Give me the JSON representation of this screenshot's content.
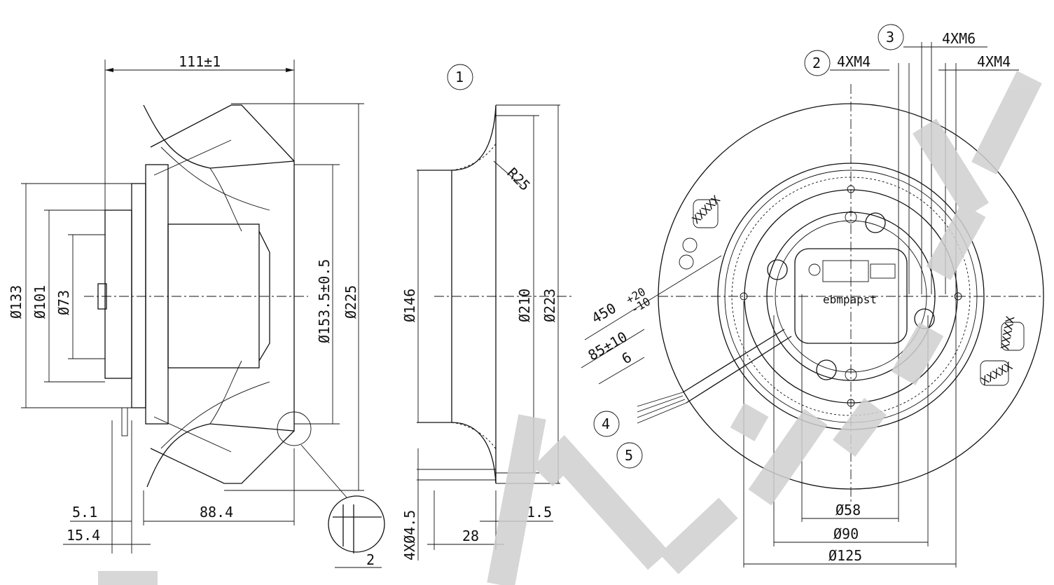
{
  "watermark": {
    "color": "#cfcfcf"
  },
  "side_view": {
    "overall_width": "111±1",
    "dia_133": "Ø133",
    "dia_101": "Ø101",
    "dia_73": "Ø73",
    "dia_153": "Ø153.5±0.5",
    "dia_225": "Ø225",
    "dim_5_1": "5.1",
    "dim_15_4": "15.4",
    "dim_88_4": "88.4",
    "detail_dim": "2"
  },
  "inlet_ring": {
    "callout": "1",
    "radius": "R25",
    "dia_146": "Ø146",
    "dia_210": "Ø210",
    "dia_223": "Ø223",
    "holes": "4XØ4.5",
    "dim_28": "28",
    "dim_1_5": "1.5"
  },
  "front_view": {
    "callout_2": "2",
    "callout_3": "3",
    "callout_4": "4",
    "callout_5": "5",
    "thread_m4_a": "4XM4",
    "thread_m6": "4XM6",
    "thread_m4_b": "4XM4",
    "lead_length": "450",
    "lead_tol_upper": "+20",
    "lead_tol_lower": "-10",
    "strip_length": "85±10",
    "wire_end": "6",
    "dia_58": "Ø58",
    "dia_90": "Ø90",
    "dia_125": "Ø125",
    "brand": "ebmpapst",
    "label_a": "XXXXX",
    "label_b": "XXXXX",
    "label_c": "XXXXX"
  }
}
